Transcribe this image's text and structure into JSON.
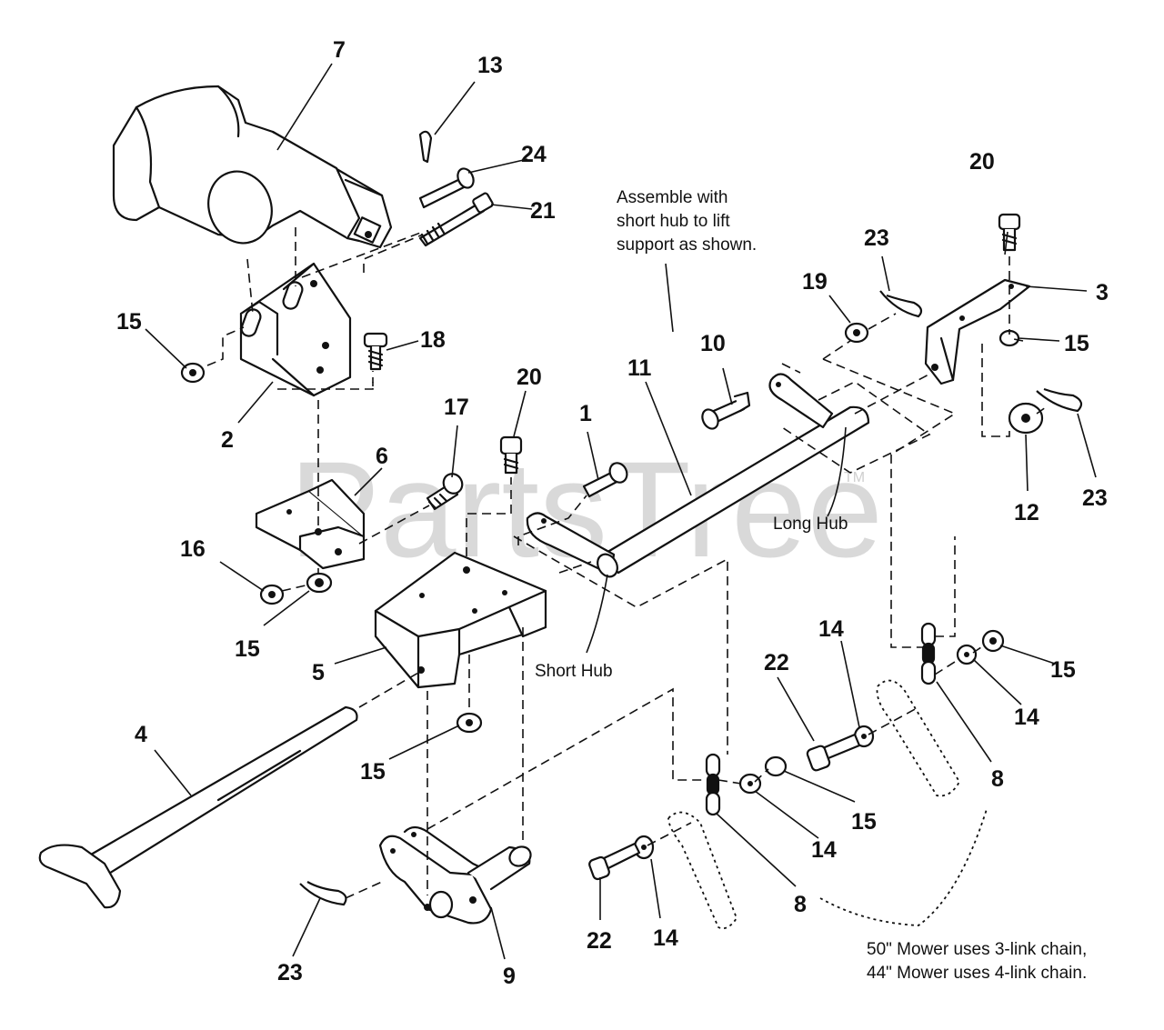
{
  "watermark": {
    "text": "PartsTree",
    "tm": "TM"
  },
  "part_numbers": {
    "p7": "7",
    "p13": "13",
    "p24": "24",
    "p21": "21",
    "p15a": "15",
    "p18": "18",
    "p2": "2",
    "p6": "6",
    "p17": "17",
    "p20a": "20",
    "p1": "1",
    "p11": "11",
    "p10": "10",
    "p19": "19",
    "p23a": "23",
    "p20b": "20",
    "p3": "3",
    "p15b": "15",
    "p12": "12",
    "p23b": "23",
    "p16": "16",
    "p15c": "15",
    "p5": "5",
    "p15d": "15",
    "p4": "4",
    "p9": "9",
    "p23c": "23",
    "p22a": "22",
    "p14a": "14",
    "p8a": "8",
    "p14b": "14",
    "p15e": "15",
    "p22b": "22",
    "p14c": "14",
    "p14d": "14",
    "p15f": "15",
    "p8b": "8"
  },
  "notes": {
    "assemble_line1": "Assemble with",
    "assemble_line2": "short hub to lift",
    "assemble_line3": "support as shown.",
    "long_hub": "Long Hub",
    "short_hub": "Short Hub",
    "mower_line1": "50\" Mower uses 3-link chain,",
    "mower_line2": "44\" Mower uses 4-link chain."
  }
}
